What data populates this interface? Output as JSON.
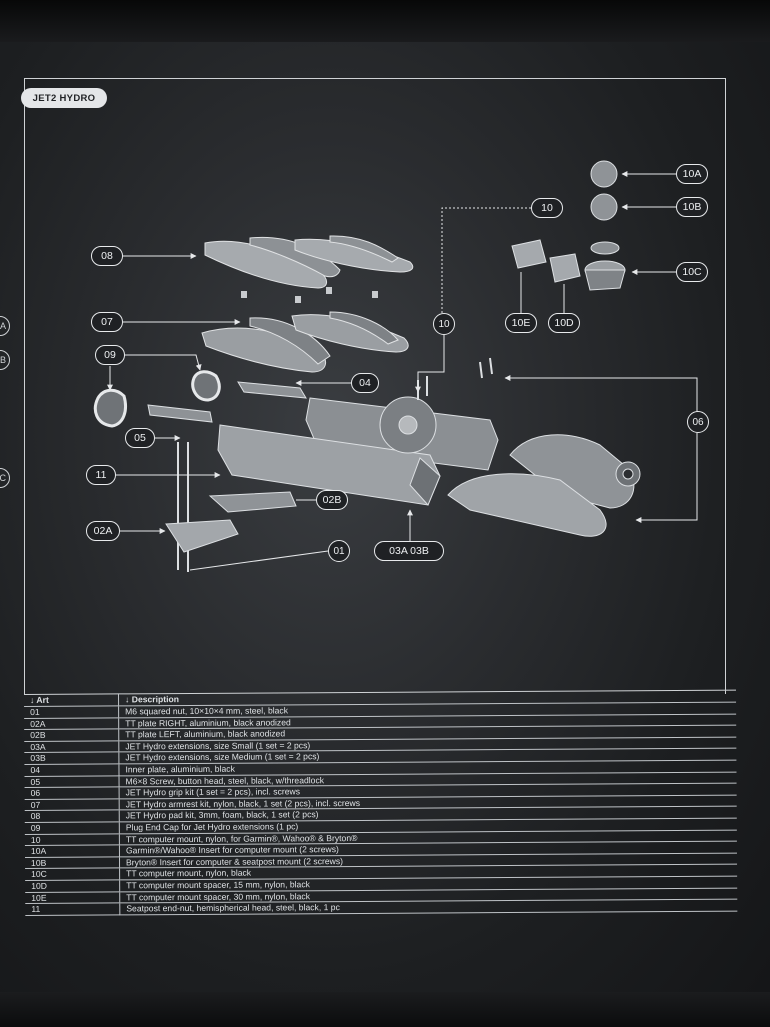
{
  "badge": "JET2 HYDRO",
  "side_marks": [
    "A",
    "B",
    "C"
  ],
  "callouts": {
    "c10A": "10A",
    "c10B": "10B",
    "c10": "10",
    "c08": "08",
    "c10C": "10C",
    "c07": "07",
    "c10r": "10",
    "c10E": "10E",
    "c10D": "10D",
    "c09": "09",
    "c04": "04",
    "c06": "06",
    "c05": "05",
    "c11": "11",
    "c02B": "02B",
    "c02A": "02A",
    "c01": "01",
    "c03": "03A 03B"
  },
  "table": {
    "headers": {
      "art": "↓ Art",
      "description": "↓ Description"
    },
    "rows": [
      {
        "art": "01",
        "description": "M6 squared nut, 10×10×4 mm, steel, black"
      },
      {
        "art": "02A",
        "description": "TT plate RIGHT, aluminium, black anodized"
      },
      {
        "art": "02B",
        "description": "TT plate LEFT, aluminium, black anodized"
      },
      {
        "art": "03A",
        "description": "JET Hydro extensions, size Small (1 set = 2 pcs)"
      },
      {
        "art": "03B",
        "description": "JET Hydro extensions, size Medium (1 set = 2 pcs)"
      },
      {
        "art": "04",
        "description": "Inner plate, aluminium, black"
      },
      {
        "art": "05",
        "description": "M6×8 Screw, button head, steel, black, w/threadlock"
      },
      {
        "art": "06",
        "description": "JET Hydro grip kit (1 set = 2 pcs), incl. screws"
      },
      {
        "art": "07",
        "description": "JET Hydro armrest kit, nylon, black, 1 set (2 pcs), incl. screws"
      },
      {
        "art": "08",
        "description": "JET Hydro pad kit, 3mm, foam, black, 1 set (2 pcs)"
      },
      {
        "art": "09",
        "description": "Plug End Cap for Jet Hydro extensions (1 pc)"
      },
      {
        "art": "10",
        "description": "TT computer mount, nylon, for Garmin®, Wahoo® & Bryton®"
      },
      {
        "art": "10A",
        "description": "Garmin®/Wahoo® Insert for computer mount (2 screws)"
      },
      {
        "art": "10B",
        "description": "Bryton® Insert for computer & seatpost mount (2 screws)"
      },
      {
        "art": "10C",
        "description": "TT computer mount, nylon, black"
      },
      {
        "art": "10D",
        "description": "TT computer mount spacer, 15 mm, nylon, black"
      },
      {
        "art": "10E",
        "description": "TT computer mount spacer, 30 mm, nylon, black"
      },
      {
        "art": "11",
        "description": "Seatpost end-nut, hemispherical head, steel, black, 1 pc"
      }
    ]
  },
  "colors": {
    "line": "#e6e8ea",
    "part_fill": "#9ea2a6",
    "part_shade": "#6d7175",
    "table_rule": "#bfc3c7"
  }
}
